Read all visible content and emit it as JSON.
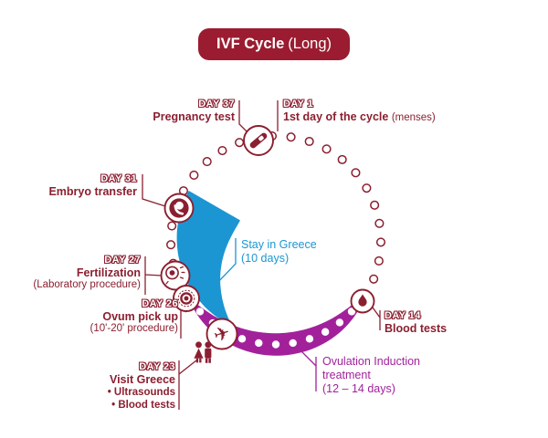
{
  "title": {
    "main": "IVF Cycle",
    "suffix": "(Long)"
  },
  "colors": {
    "dark_red": "#8b1f30",
    "banner_bg": "#9b1c30",
    "blue": "#1b96d2",
    "magenta": "#a2219b"
  },
  "diagram": {
    "day1": {
      "day": "DAY 1",
      "title": "1st day of the cycle",
      "suffix": "(menses)"
    },
    "day14": {
      "day": "DAY 14",
      "title": "Blood tests"
    },
    "day23": {
      "day": "DAY 23",
      "title": "Visit Greece",
      "bullets": [
        "• Ultrasounds",
        "• Blood tests"
      ]
    },
    "day26": {
      "day": "DAY 26",
      "title": "Ovum pick up",
      "suffix": "(10'-20' procedure)"
    },
    "day27": {
      "day": "DAY 27",
      "title": "Fertilization",
      "suffix": "(Laboratory procedure)"
    },
    "day31": {
      "day": "DAY 31",
      "title": "Embryo transfer"
    },
    "day37": {
      "day": "DAY 37",
      "title": "Pregnancy test"
    },
    "stay_in_greece": {
      "line1": "Stay in Greece",
      "line2": "(10 days)"
    },
    "ovulation": {
      "line1": "Ovulation Induction",
      "line2": "treatment",
      "line3": "(12 – 14 days)"
    }
  },
  "icons": {
    "pregnancy-test-icon": "test-stick",
    "embryo-icon": "embryo",
    "fertilization-icon": "fertilized-cell",
    "ovum-icon": "ovum",
    "airplane-icon": "✈",
    "blood-drop-icon": "blood-drop",
    "couple-icon": "couple"
  }
}
